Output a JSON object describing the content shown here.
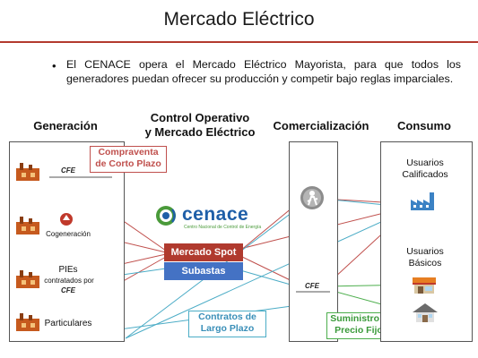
{
  "header": {
    "title": "Mercado Eléctrico"
  },
  "bullet": {
    "marker": "•",
    "text": "El CENACE opera el Mercado Eléctrico Mayorista, para que todos los generadores puedan ofrecer su producción y competir bajo reglas imparciales."
  },
  "columns": {
    "generacion": "Generación",
    "control_line1": "Control Operativo",
    "control_line2": "y Mercado Eléctrico",
    "comercializacion": "Comercialización",
    "consumo": "Consumo"
  },
  "generators": {
    "cfe": "CFE",
    "cogeneracion": "Cogeneración",
    "pies": "PIEs",
    "contratados": "contratados por",
    "pies_cfe": "CFE",
    "particulares": "Particulares"
  },
  "tags": {
    "corto_line1": "Compraventa",
    "corto_line2": "de Corto Plazo",
    "largo_line1": "Contratos de",
    "largo_line2": "Largo Plazo",
    "fijo_line1": "Suministro a",
    "fijo_line2": "Precio Fijo"
  },
  "market": {
    "logo_text": "cenace",
    "logo_subtitle": "Centro Nacional de Control de Energía",
    "spot": "Mercado Spot",
    "subastas": "Subastas"
  },
  "comercializacion": {
    "cfe": "CFE"
  },
  "consumo": {
    "calificados_line1": "Usuarios",
    "calificados_line2": "Calificados",
    "basicos_line1": "Usuarios",
    "basicos_line2": "Básicos"
  },
  "colors": {
    "red": "#c0504d",
    "blue": "#4bacc6",
    "green": "#4cae4c",
    "accent_rule": "#b33a2e",
    "spot": "#b03a2e",
    "subastas": "#4472c4",
    "cenace_green": "#4a9a3a",
    "cenace_blue": "#1f5fa8"
  }
}
